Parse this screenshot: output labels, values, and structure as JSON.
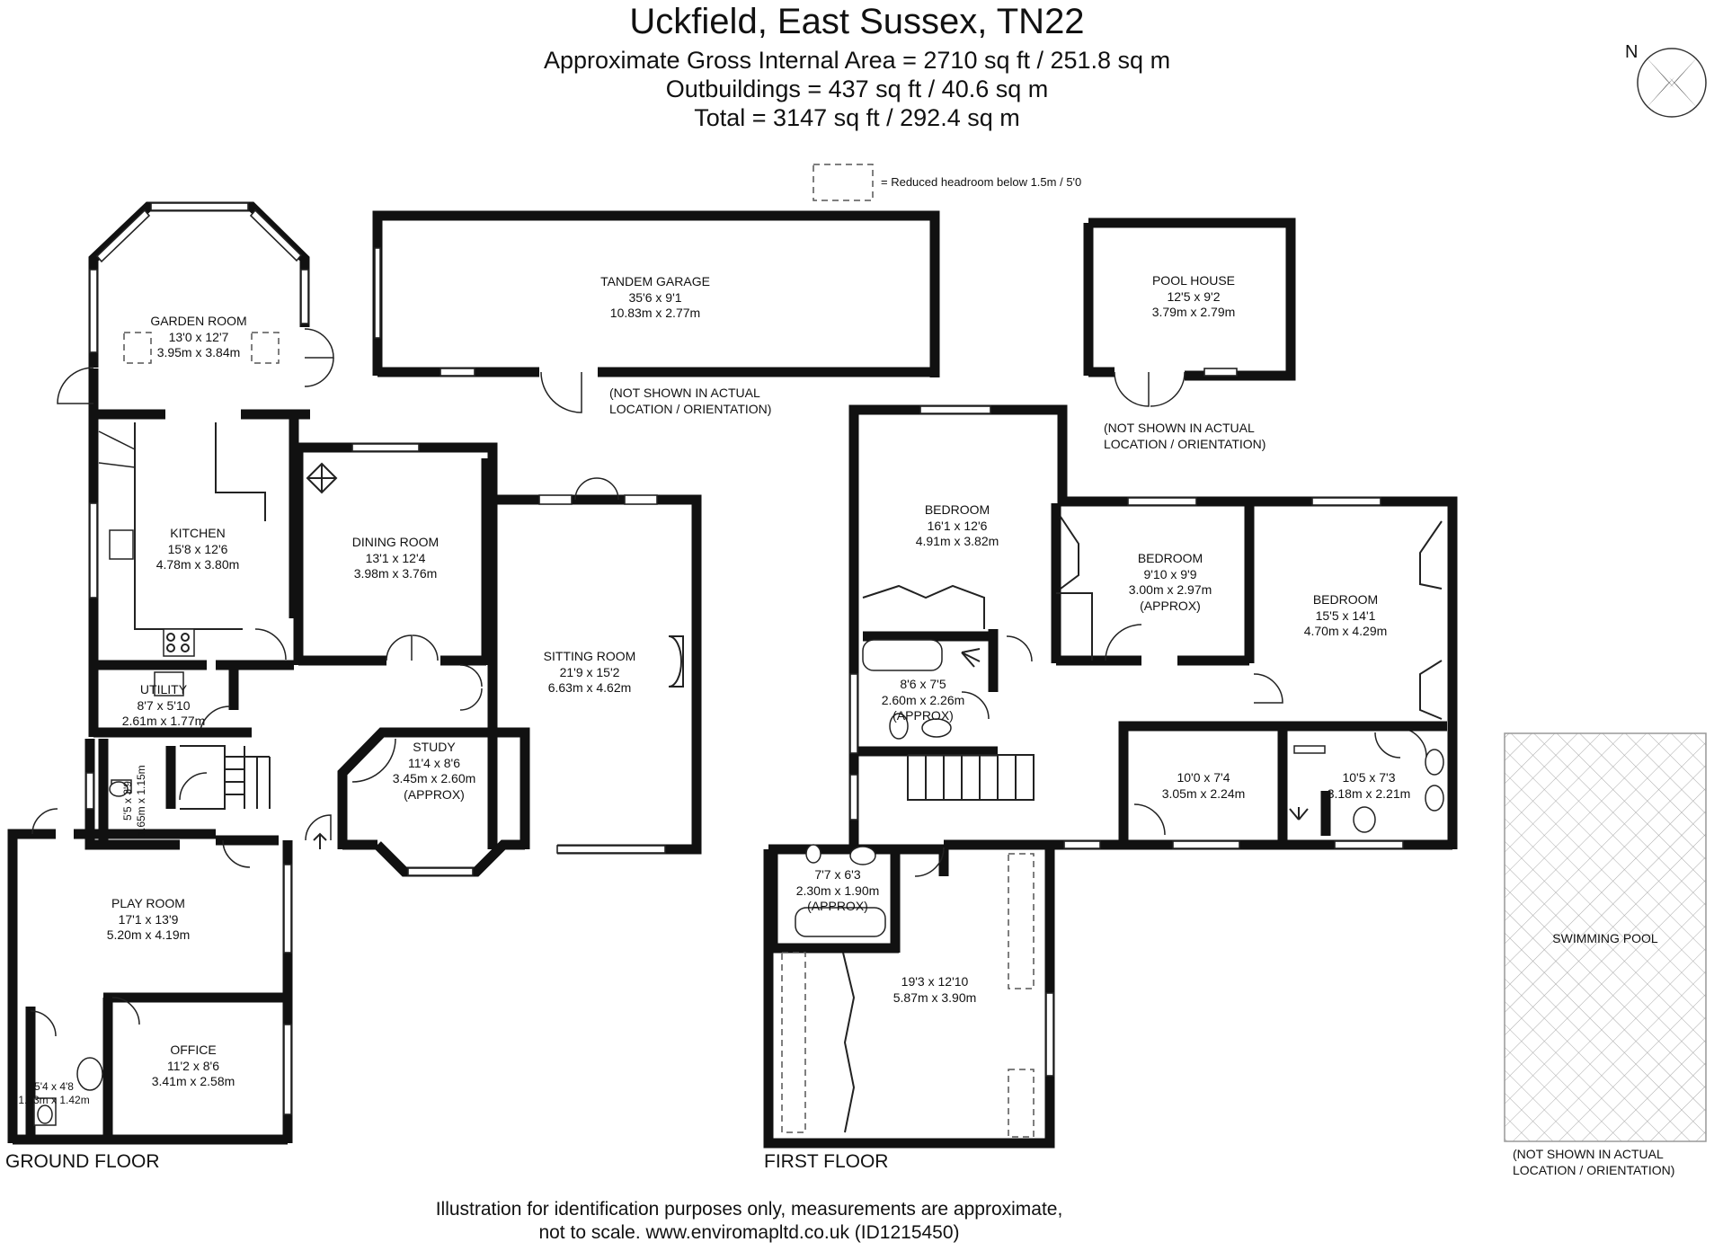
{
  "header": {
    "location": "Uckfield, East Sussex, TN22",
    "gross_area": "Approximate Gross Internal Area = 2710 sq ft / 251.8 sq m",
    "outbuildings": "Outbuildings = 437 sq ft / 40.6 sq m",
    "total": "Total = 3147 sq ft / 292.4 sq m"
  },
  "compass": {
    "label": "N",
    "icon": "compass-rose-icon"
  },
  "legend": {
    "reduced_headroom": "= Reduced headroom below 1.5m / 5'0"
  },
  "not_shown_note": {
    "line1": "(NOT SHOWN IN ACTUAL",
    "line2": "LOCATION / ORIENTATION)"
  },
  "floors": {
    "ground": "GROUND FLOOR",
    "first": "FIRST FLOOR"
  },
  "rooms": {
    "garden_room": {
      "name": "GARDEN ROOM",
      "imperial": "13'0 x 12'7",
      "metric": "3.95m x 3.84m"
    },
    "kitchen": {
      "name": "KITCHEN",
      "imperial": "15'8 x 12'6",
      "metric": "4.78m x 3.80m"
    },
    "dining_room": {
      "name": "DINING ROOM",
      "imperial": "13'1 x 12'4",
      "metric": "3.98m x 3.76m"
    },
    "sitting_room": {
      "name": "SITTING ROOM",
      "imperial": "21'9 x 15'2",
      "metric": "6.63m x 4.62m"
    },
    "utility": {
      "name": "UTILITY",
      "imperial": "8'7 x 5'10",
      "metric": "2.61m x 1.77m"
    },
    "study": {
      "name": "STUDY",
      "imperial": "11'4 x 8'6",
      "metric": "3.45m x 2.60m",
      "approx": "(APPROX)"
    },
    "cloakroom": {
      "imperial": "5'5 x 3'9",
      "metric": "1.65m x 1.15m"
    },
    "play_room": {
      "name": "PLAY ROOM",
      "imperial": "17'1 x 13'9",
      "metric": "5.20m x 4.19m"
    },
    "office": {
      "name": "OFFICE",
      "imperial": "11'2 x 8'6",
      "metric": "3.41m x 2.58m"
    },
    "shower_room": {
      "imperial": "5'4 x 4'8",
      "metric": "1.63m x 1.42m"
    },
    "garage": {
      "name": "TANDEM GARAGE",
      "imperial": "35'6 x 9'1",
      "metric": "10.83m x 2.77m"
    },
    "pool_house": {
      "name": "POOL HOUSE",
      "imperial": "12'5 x 9'2",
      "metric": "3.79m x 2.79m"
    },
    "bedroom1": {
      "name": "BEDROOM",
      "imperial": "16'1 x 12'6",
      "metric": "4.91m x 3.82m"
    },
    "bedroom2": {
      "name": "BEDROOM",
      "imperial": "9'10 x 9'9",
      "metric": "3.00m x 2.97m",
      "approx": "(APPROX)"
    },
    "bedroom3": {
      "name": "BEDROOM",
      "imperial": "15'5 x 14'1",
      "metric": "4.70m x 4.29m"
    },
    "bathroom": {
      "imperial": "8'6 x 7'5",
      "metric": "2.60m x 2.26m",
      "approx": "(APPROX)"
    },
    "room_10_0": {
      "imperial": "10'0 x 7'4",
      "metric": "3.05m x 2.24m"
    },
    "ensuite": {
      "imperial": "10'5 x 7'3",
      "metric": "3.18m x 2.21m"
    },
    "bathroom2": {
      "imperial": "7'7 x 6'3",
      "metric": "2.30m x 1.90m",
      "approx": "(APPROX)"
    },
    "large_room": {
      "imperial": "19'3 x 12'10",
      "metric": "5.87m x 3.90m"
    },
    "swimming_pool": {
      "name": "SWIMMING POOL"
    }
  },
  "footer": {
    "line1": "Illustration for identification purposes only, measurements are approximate,",
    "line2": "not to scale. www.enviromapltd.co.uk (ID1215450)"
  }
}
